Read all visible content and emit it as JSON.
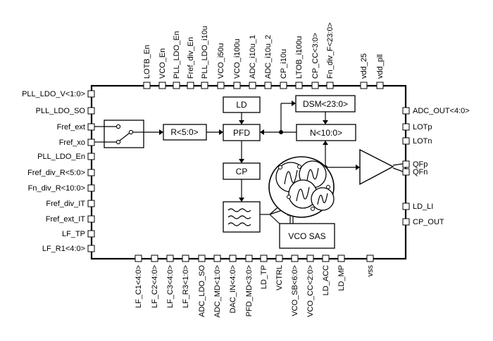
{
  "top_pins": [
    "LOTB_En",
    "VCO_En",
    "PLL_LDO_En",
    "Fref_div_En",
    "PLL_LDO_i10u",
    "VCO_i50u",
    "VCO_i100u",
    "ADC_i10u_1",
    "ADC_i10u_2",
    "CP_i10u",
    "LTOB_i100u",
    "CP_CC<3:0>",
    "Fn_div_F<23:0>",
    "vdd_25",
    "vdd_pll"
  ],
  "bottom_pins": [
    "LF_C1<4:0>",
    "LF_C2<4:0>",
    "LF_C3<4:0>",
    "LF_R3<1:0>",
    "ADC_LDO_SO",
    "ADC_MD<1:0>",
    "DAC_IN<4:0>",
    "PFD_MD<3:0>",
    "LD_TP",
    "VCTRL",
    "VCO_SB<6:0>",
    "VCO_CC<2:0>",
    "LD_ACC",
    "LD_MP",
    "vss"
  ],
  "left_pins": [
    "PLL_LDO_V<1:0>",
    "PLL_LDO_SO",
    "Fref_ext",
    "Fref_xo",
    "PLL_LDO_En",
    "Fref_div_R<5:0>",
    "Fn_div_R<10:0>",
    "Fref_div_IT",
    "Fref_ext_IT",
    "LF_TP",
    "LF_R1<4:0>"
  ],
  "right_pins": [
    "ADC_OUT<4:0>",
    "LOTp",
    "LOTn",
    "QFp",
    "QFn",
    "LD_LI",
    "CP_OUT"
  ],
  "blocks": {
    "ld": "LD",
    "pfd": "PFD",
    "cp": "CP",
    "r_div": "R<5:0>",
    "dsm": "DSM<23:0>",
    "n_div": "N<10:0>",
    "vco_sas": "VCO SAS"
  }
}
